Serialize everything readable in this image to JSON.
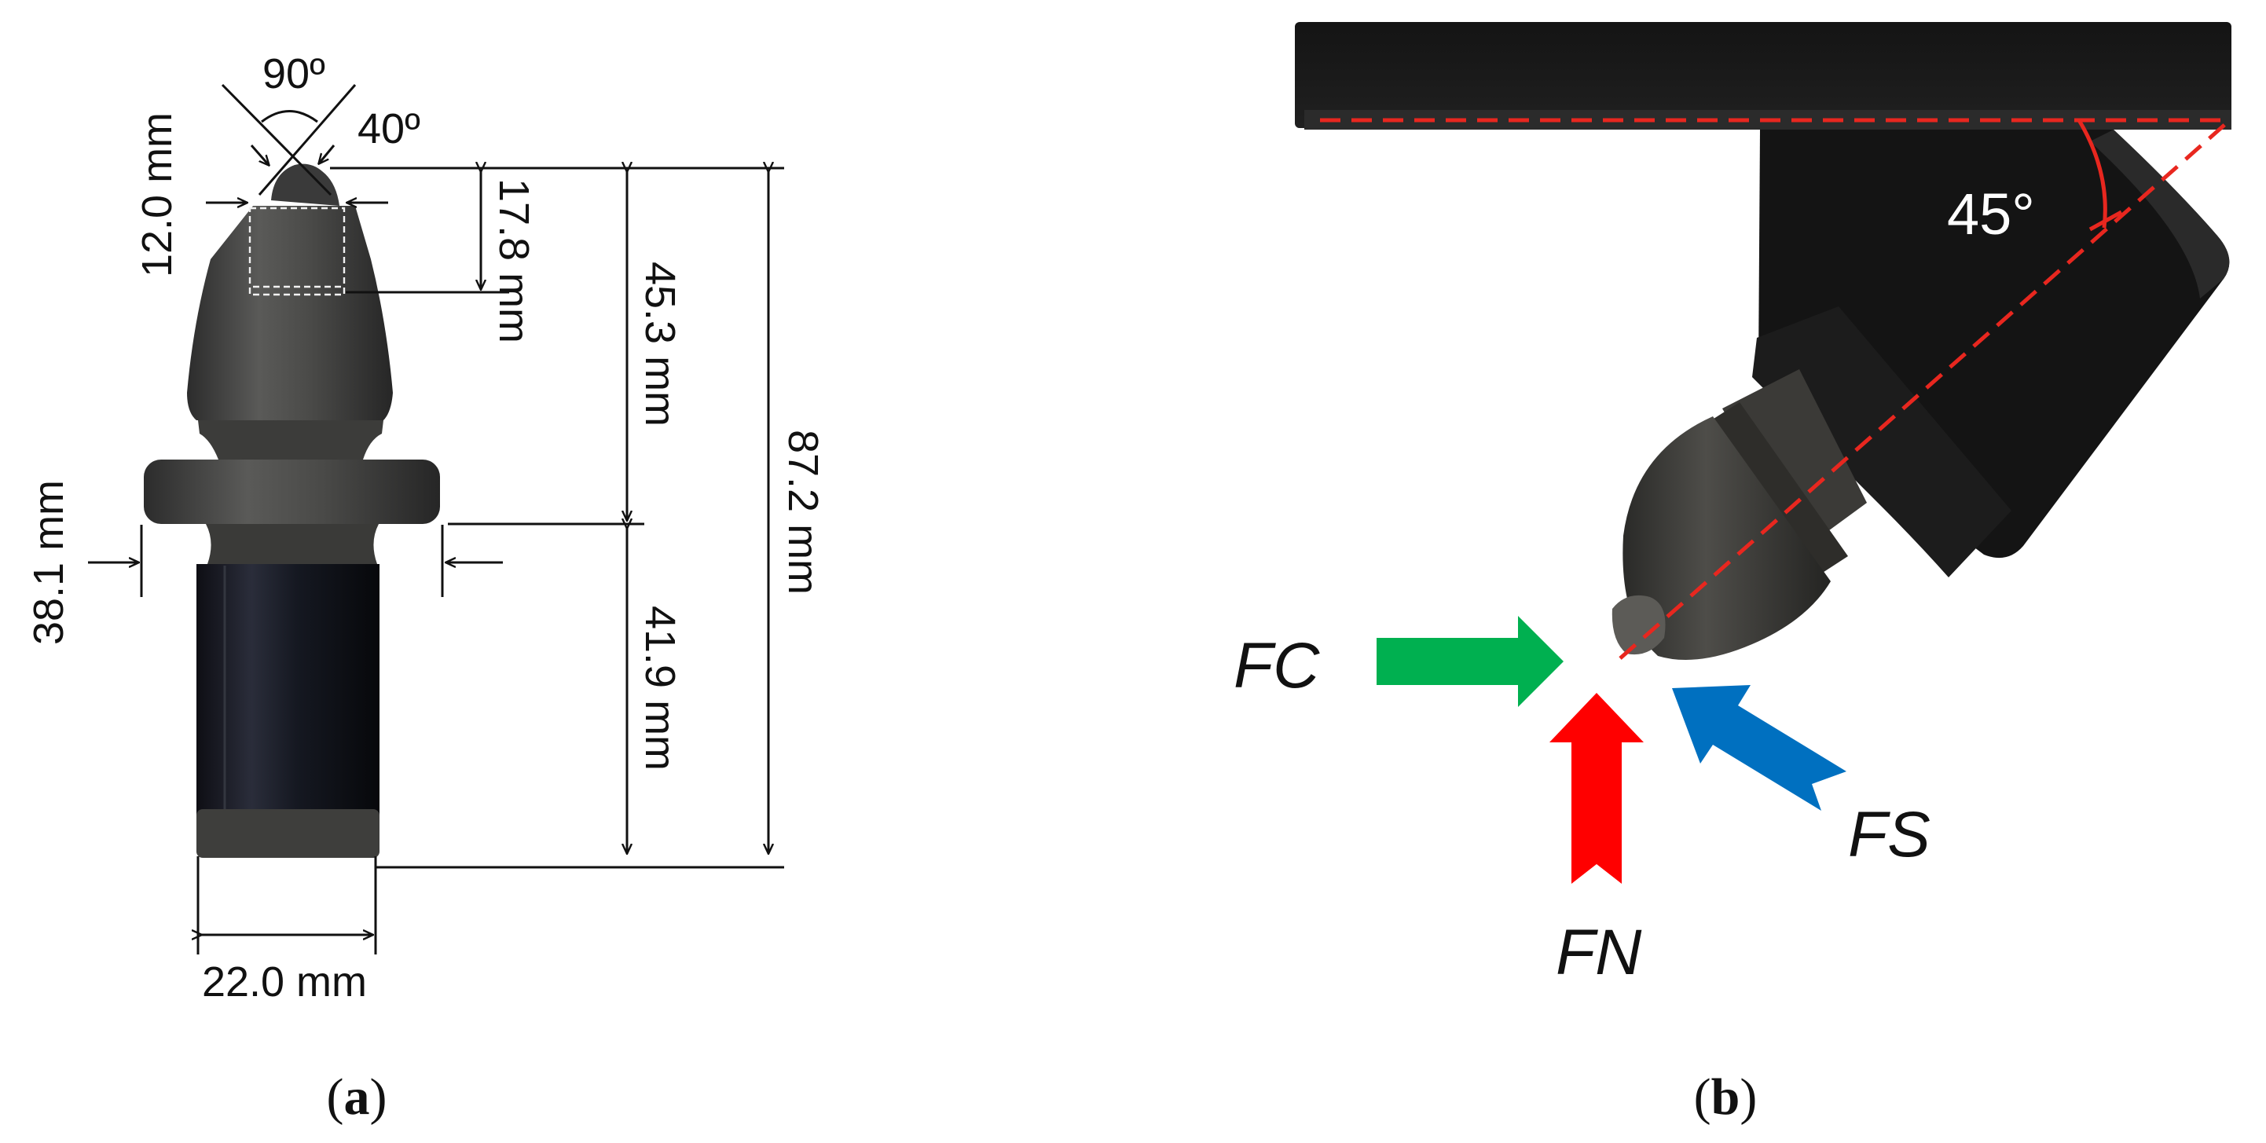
{
  "panel_a": {
    "angle_90": "90º",
    "angle_40": "40º",
    "tip_diameter": "12.0 mm",
    "tip_length": "17.8 mm",
    "head_length": "45.3 mm",
    "shank_length": "41.9 mm",
    "total_length": "87.2 mm",
    "collar_diameter": "38.1 mm",
    "shank_diameter": "22.0 mm",
    "caption": "(a)",
    "caption_letter": "a"
  },
  "panel_b": {
    "angle": "45°",
    "forces": {
      "fc": {
        "label": "FC",
        "color": "#00b050"
      },
      "fn": {
        "label": "FN",
        "color": "#ff0000"
      },
      "fs": {
        "label": "FS",
        "color": "#0070c0"
      }
    },
    "caption": "(b)",
    "caption_letter": "b"
  },
  "colors": {
    "dimension_line": "#111111",
    "reference_line": "#e8271f",
    "tool_body": "#222222"
  }
}
